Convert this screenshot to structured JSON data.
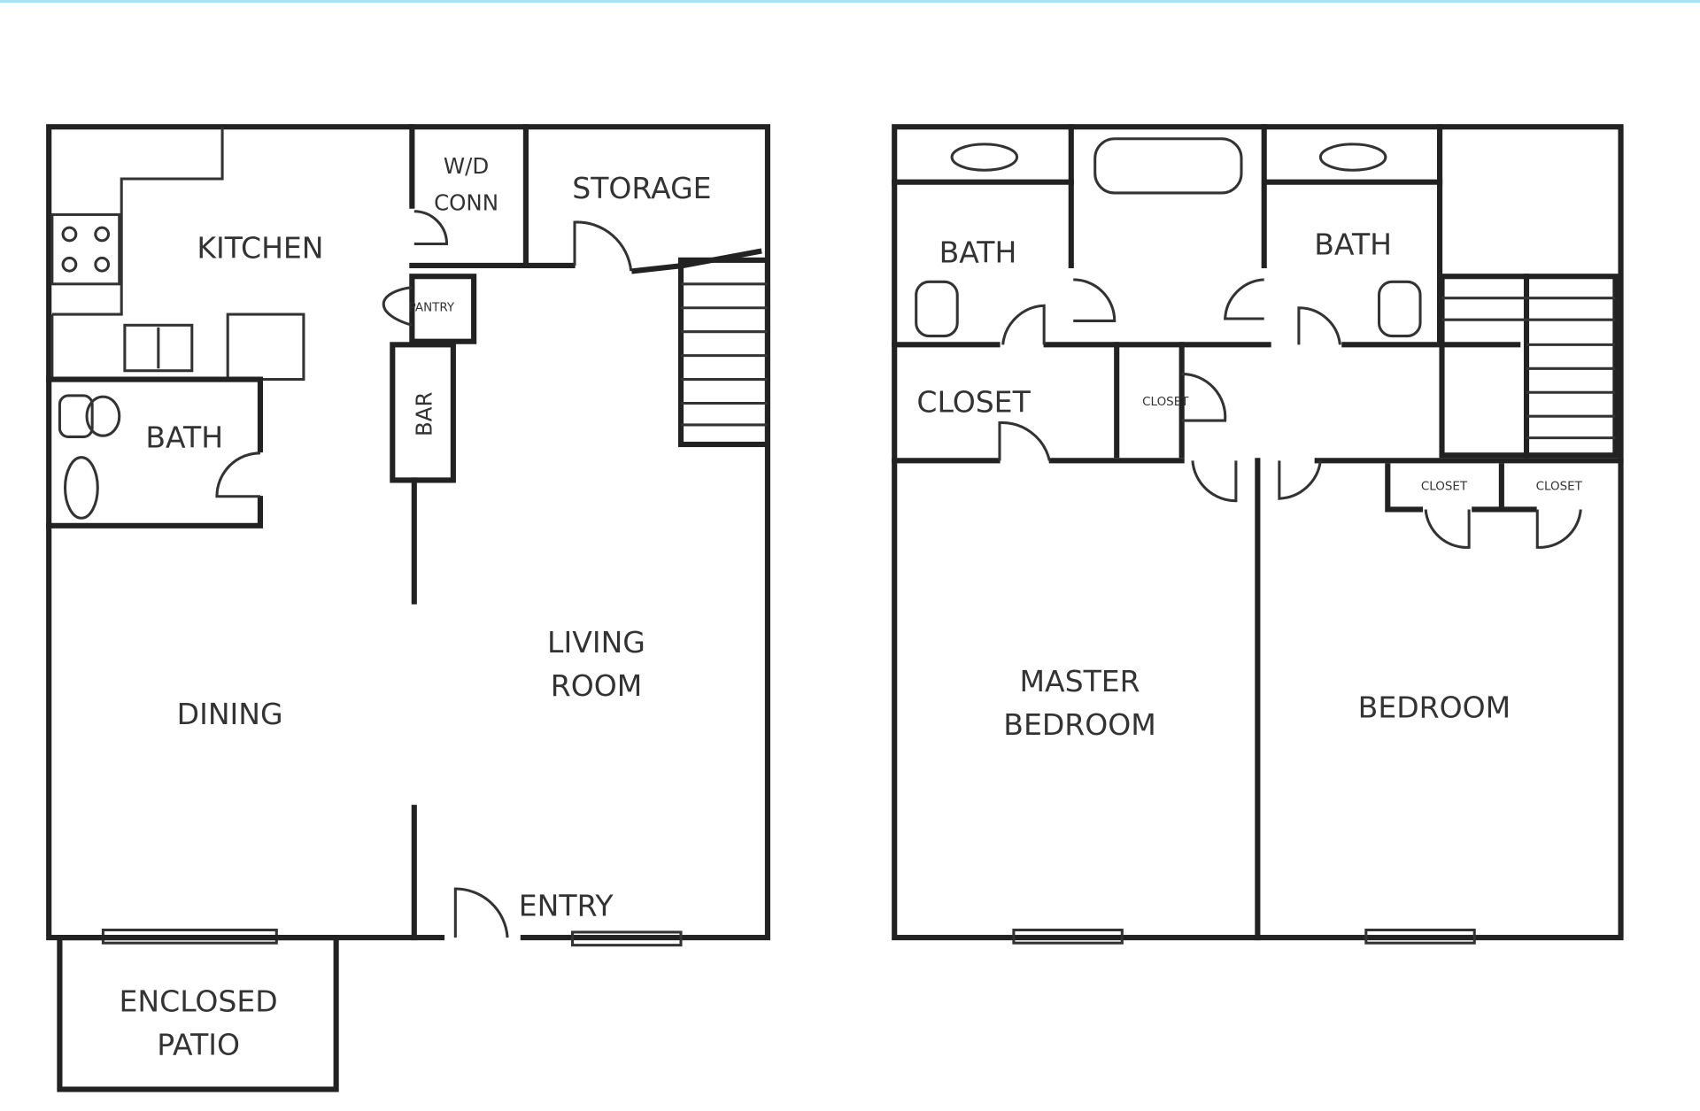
{
  "colors": {
    "top_bar": "#a6e2f7",
    "walls": "#222222"
  },
  "first_floor": {
    "kitchen": "KITCHEN",
    "wd_line1": "W/D",
    "wd_line2": "CONN",
    "storage": "STORAGE",
    "pantry": "PANTRY",
    "bar": "BAR",
    "bath": "BATH",
    "living_line1": "LIVING",
    "living_line2": "ROOM",
    "dining": "DINING",
    "entry": "ENTRY",
    "patio_line1": "ENCLOSED",
    "patio_line2": "PATIO"
  },
  "second_floor": {
    "bath_left": "BATH",
    "bath_right": "BATH",
    "closet_large": "CLOSET",
    "closet_hall": "CLOSET",
    "closet_a": "CLOSET",
    "closet_b": "CLOSET",
    "master_line1": "MASTER",
    "master_line2": "BEDROOM",
    "bedroom": "BEDROOM"
  }
}
